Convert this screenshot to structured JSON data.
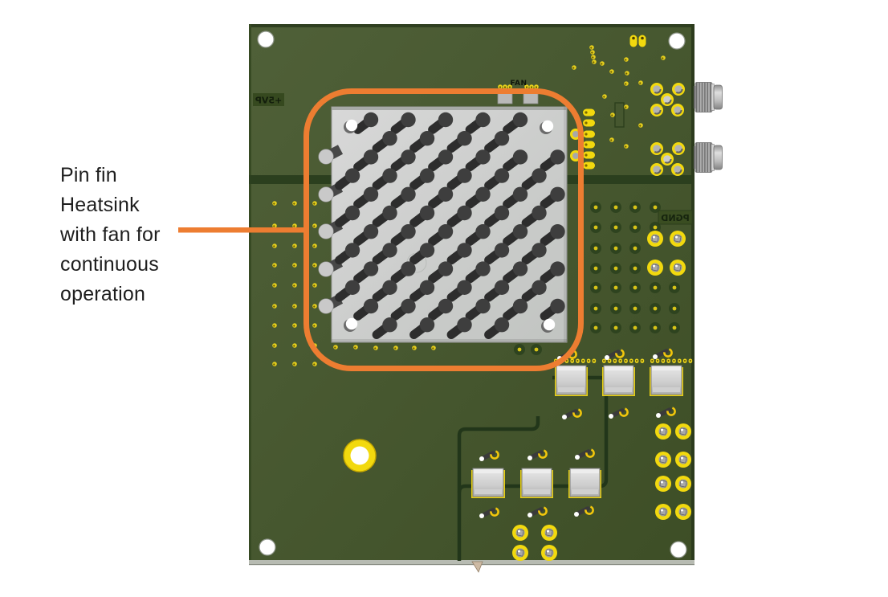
{
  "annotation": {
    "lines": [
      "Pin fin",
      "Heatsink",
      "with fan for",
      "continuous",
      "operation"
    ]
  },
  "silkscreen": {
    "fan": "FAN",
    "power_rail": "+5VP",
    "ground": "PGND"
  },
  "colors": {
    "accent_orange": "#ED7D31",
    "board_green": "#425429",
    "trace_dark_green": "#22361A",
    "heatsink_gray": "#C9CCC9",
    "pin_dark": "#3E3E3E",
    "pad_yellow": "#F2D90E",
    "annotation_text": "#1E1E1E"
  }
}
